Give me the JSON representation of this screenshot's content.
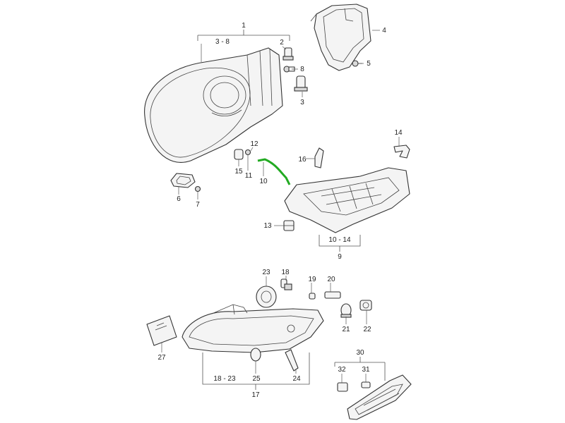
{
  "accent_color": "#22aa22",
  "labels": {
    "l1": "1",
    "l3_8": "3 - 8",
    "l2": "2",
    "l4": "4",
    "l5": "5",
    "l8": "8",
    "l3": "3",
    "l12": "12",
    "l15": "15",
    "l11": "11",
    "l10": "10",
    "l14": "14",
    "l16": "16",
    "l6": "6",
    "l7": "7",
    "l13": "13",
    "l10_14": "10 - 14",
    "l9": "9",
    "l23": "23",
    "l18": "18",
    "l19": "19",
    "l20": "20",
    "l21": "21",
    "l22": "22",
    "l27": "27",
    "l18_23": "18 - 23",
    "l25": "25",
    "l24": "24",
    "l17": "17",
    "l30": "30",
    "l32": "32",
    "l31": "31"
  }
}
